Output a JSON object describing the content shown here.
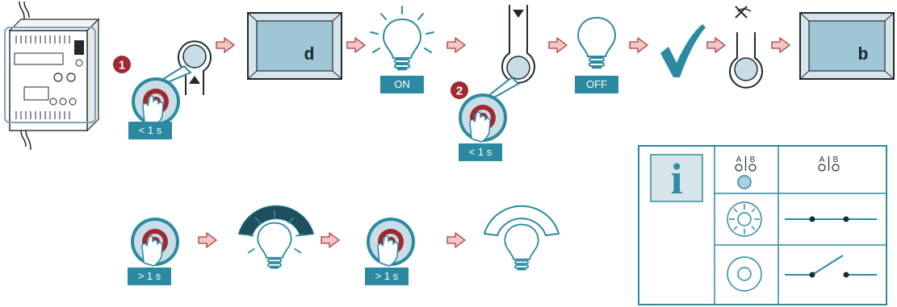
{
  "colors": {
    "teal": "#2b8aa1",
    "button_dark": "#9e2a2f",
    "button_face": "#c9dde6",
    "arrow_fill": "#f0c6c6",
    "arrow_stroke": "#b23a3a",
    "display_screen": "#9ec6d6",
    "led_fill": "#a9cfe0",
    "dark": "#1f2a30"
  },
  "icons": {
    "device": "device-icon",
    "press_button": "press-button-icon",
    "bulb": "bulb-icon",
    "checkmark": "checkmark-icon",
    "no_touch": "no-touch-icon",
    "switch_closed": "switch-closed-icon",
    "switch_open": "switch-open-icon",
    "info": "info-icon"
  },
  "steps": {
    "press_short_1": "< 1 s",
    "step_num_1": "1",
    "display_1": "d",
    "bulb_on": "ON",
    "step_num_2": "2",
    "press_short_2": "< 1 s",
    "bulb_off": "OFF",
    "display_2": "b"
  },
  "dimming": {
    "press_long_1": "> 1 s",
    "press_long_2": "> 1 s"
  },
  "info_table": {
    "symbol": "i",
    "contact_a": "A",
    "contact_b": "B"
  }
}
